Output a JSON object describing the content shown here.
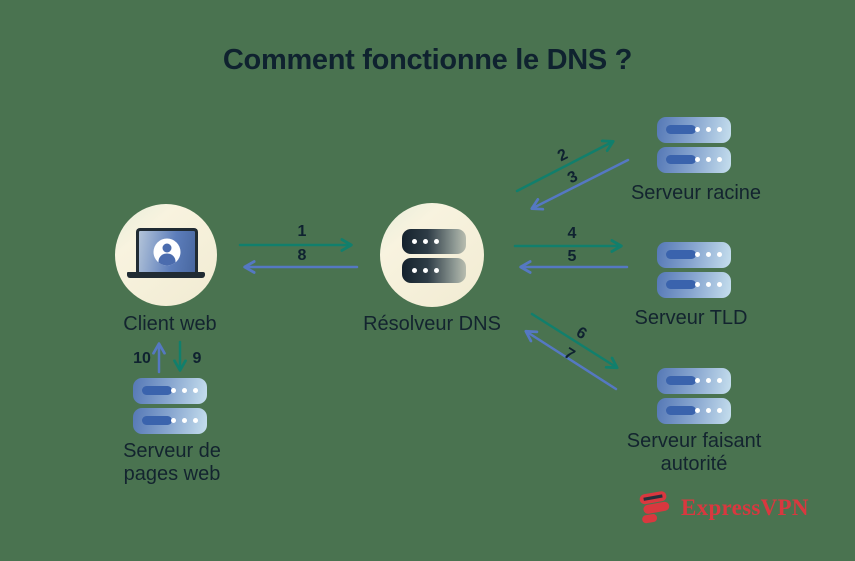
{
  "title": "Comment fonctionne le DNS ?",
  "colors": {
    "background": "#4a7350",
    "request_arrow_green": "#117f6c",
    "response_arrow_blue": "#5578c2",
    "text_dark_navy": "#0f222f",
    "circle_cream": "#f2edd6",
    "server_blue": "#5578b6",
    "server_bar_blue": "#3a63ad",
    "brand_red": "#d9383f"
  },
  "nodes": {
    "client": {
      "label": "Client web"
    },
    "resolver": {
      "label": "Résolveur DNS"
    },
    "root_server": {
      "label": "Serveur racine"
    },
    "tld_server": {
      "label": "Serveur TLD"
    },
    "authoritative_server": {
      "label_line1": "Serveur faisant",
      "label_line2": "autorité"
    },
    "web_server": {
      "label_line1": "Serveur de",
      "label_line2": "pages web"
    }
  },
  "steps": {
    "step1": "1",
    "step2": "2",
    "step3": "3",
    "step4": "4",
    "step5": "5",
    "step6": "6",
    "step7": "7",
    "step8": "8",
    "step9": "9",
    "step10": "10"
  },
  "footer": {
    "brand": "ExpressVPN"
  }
}
